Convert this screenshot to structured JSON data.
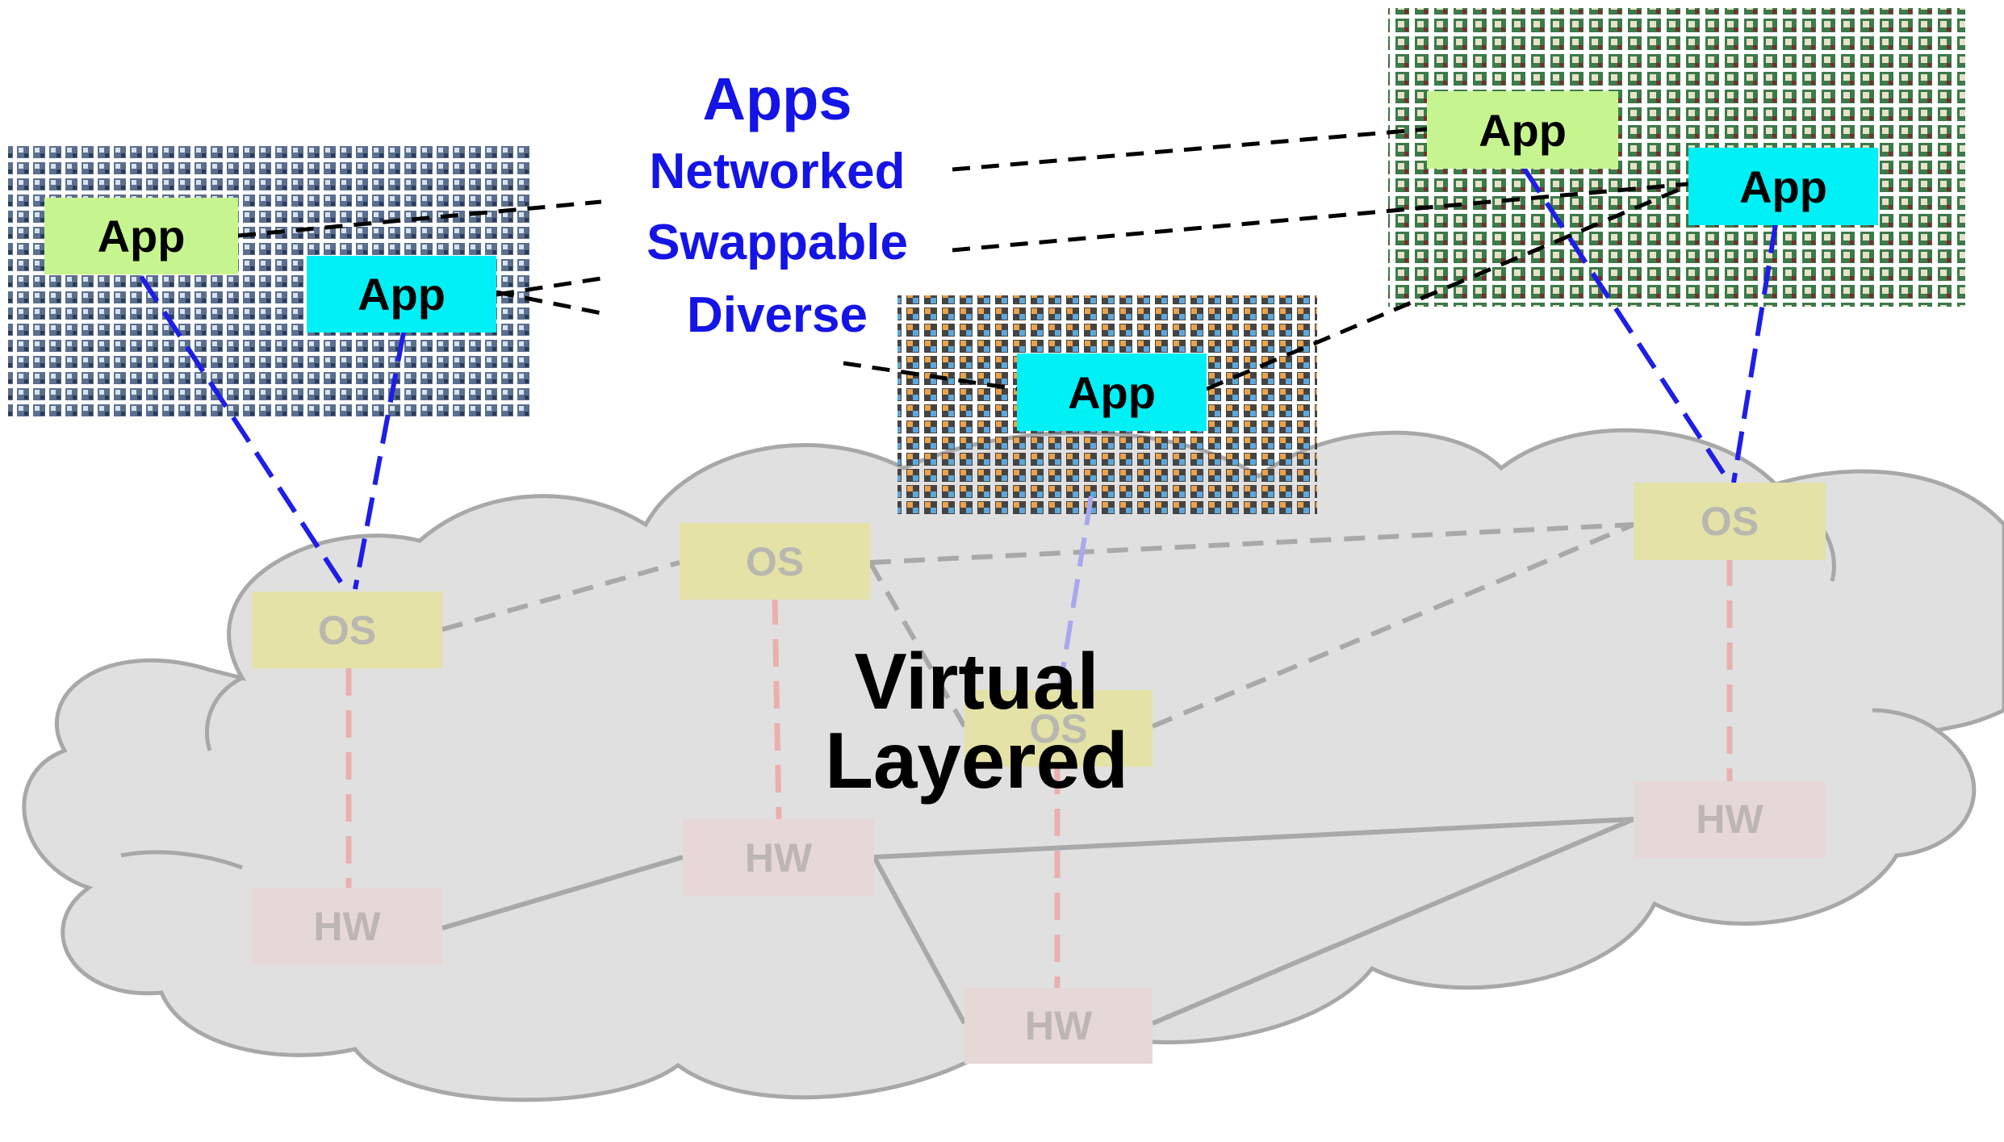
{
  "title": {
    "apps": "Apps",
    "lines": [
      "Networked",
      "Swappable",
      "Diverse"
    ]
  },
  "center_label": {
    "line1": "Virtual",
    "line2": "Layered"
  },
  "nodes": {
    "app_label": "App",
    "os_label": "OS",
    "hw_label": "HW"
  },
  "colors": {
    "cloud_fill": "#e0e0e0",
    "cloud_stroke": "#a8a8a8",
    "app_green": "#c6f58f",
    "app_cyan": "#00f0f5",
    "os_fill": "#e4e2a6",
    "hw_fill": "#e6d8d6",
    "blue_link": "#1e1ee6",
    "black_link": "#000000",
    "grey_link": "#a9a9a9",
    "red_link": "#eab0ae",
    "title_blue": "#1414e6"
  }
}
